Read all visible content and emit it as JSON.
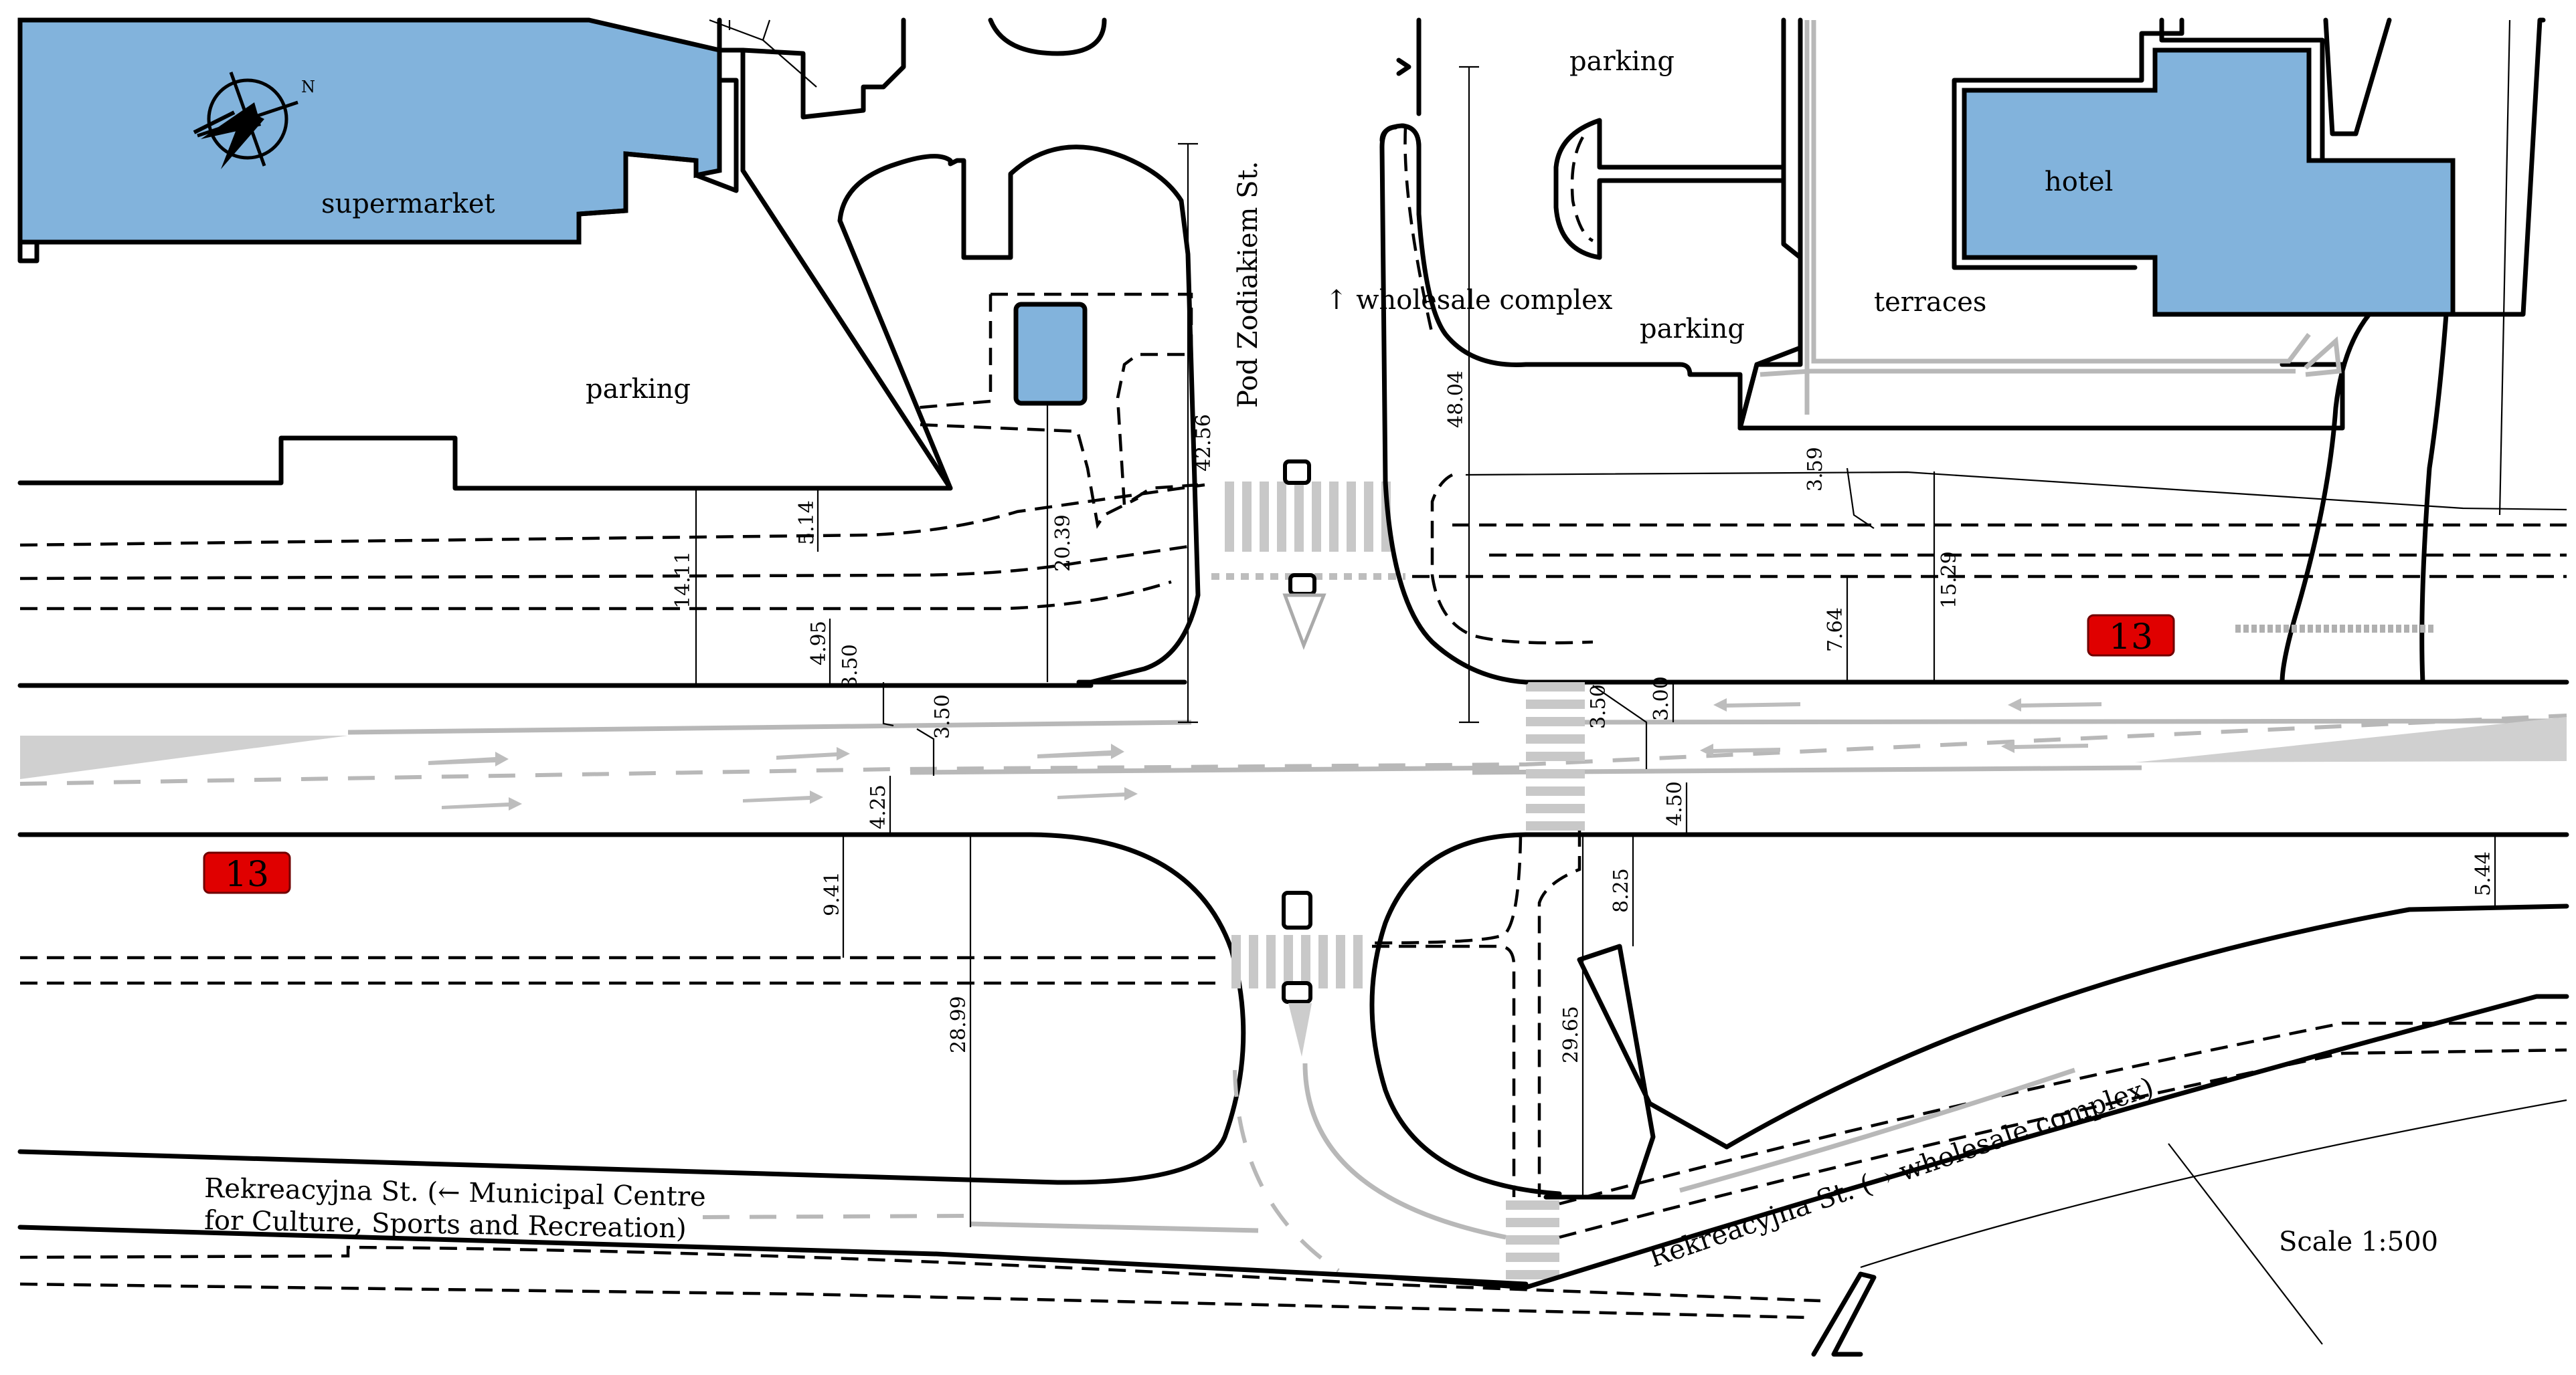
{
  "labels": {
    "supermarket": "supermarket",
    "parking_left": "parking",
    "parking_top": "parking",
    "parking_mid": "parking",
    "hotel": "hotel",
    "terraces": "terraces",
    "wholesale_complex": "↑ wholesale complex",
    "pod_zodiakiem": "Pod Zodiakiem St.",
    "rekreacyjna_left_1": "Rekreacyjna St. (←  Municipal Centre",
    "rekreacyjna_left_2": "for Culture, Sports and Recreation)",
    "rekreacyjna_right": "Rekreacyjna St. (→ wholesale complex)",
    "scale": "Scale 1:500"
  },
  "route_shields": [
    "13",
    "13"
  ],
  "dimensions": {
    "d_42_56": "42.56",
    "d_48_04": "48.04",
    "d_5_14": "5.14",
    "d_20_39": "20.39",
    "d_14_11": "14.11",
    "d_4_95": "4.95",
    "d_3_50_a": "3.50",
    "d_3_50_b": "3.50",
    "d_3_50_c": "3.50",
    "d_3_00": "3.00",
    "d_3_59": "3.59",
    "d_15_29": "15.29",
    "d_7_64": "7.64",
    "d_4_25": "4.25",
    "d_4_50": "4.50",
    "d_9_41": "9.41",
    "d_28_99": "28.99",
    "d_29_65": "29.65",
    "d_8_25": "8.25",
    "d_5_44": "5.44"
  },
  "colors": {
    "building": "#82b3dc",
    "route_shield": "#e00000",
    "marking": "#b8b8b8"
  },
  "icons": [
    "compass-icon"
  ]
}
